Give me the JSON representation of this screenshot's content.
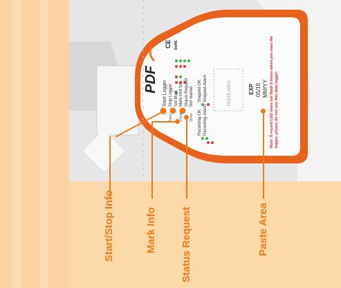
{
  "device": {
    "brand": "PDF",
    "start_label": "Start Logger",
    "stop_label": "Stop Logger",
    "stop_time": "5sec",
    "mark_set": "Set Mark",
    "mark_full": "Mark limit full",
    "mark_time": "2.5min",
    "status_request": "Status Request",
    "not_started": "Not started",
    "status_time": "1time",
    "recording_ok": "Recording-OK",
    "recording_alarm": "Recording-Alarm",
    "stopped_ok": "Stopped-OK",
    "stopped_alarm": "Stopped-Alarm",
    "paste_area": "PASTE AREA",
    "exp_label": "EXP",
    "exp_date": "05/18",
    "exp_format": "MM/YY",
    "note": "Note: If record LED does not flash 5 times when you start the logger, please do not use this data logger.",
    "ce_mark": "CE",
    "rohs": "RoHS"
  },
  "callouts": {
    "start_stop": "Start/Stop Info",
    "mark": "Mark Info",
    "status": "Status Request",
    "paste": "Paste Area"
  },
  "colors": {
    "accent": "#f07a1a",
    "background": "#fcd9a8"
  }
}
